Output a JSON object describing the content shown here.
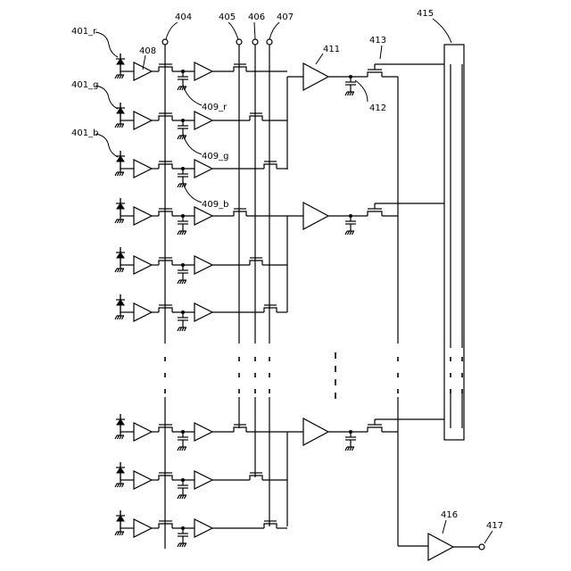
{
  "labels": {
    "pd_r": "401_r",
    "pd_g": "401_g",
    "pd_b": "401_b",
    "amp1": "408",
    "line404": "404",
    "line405": "405",
    "line406": "406",
    "line407": "407",
    "cap_r": "409_r",
    "cap_g": "409_g",
    "cap_b": "409_b",
    "amp2": "411",
    "cap2": "412",
    "tr2": "413",
    "bus": "415",
    "outamp": "416",
    "outterm": "417"
  }
}
